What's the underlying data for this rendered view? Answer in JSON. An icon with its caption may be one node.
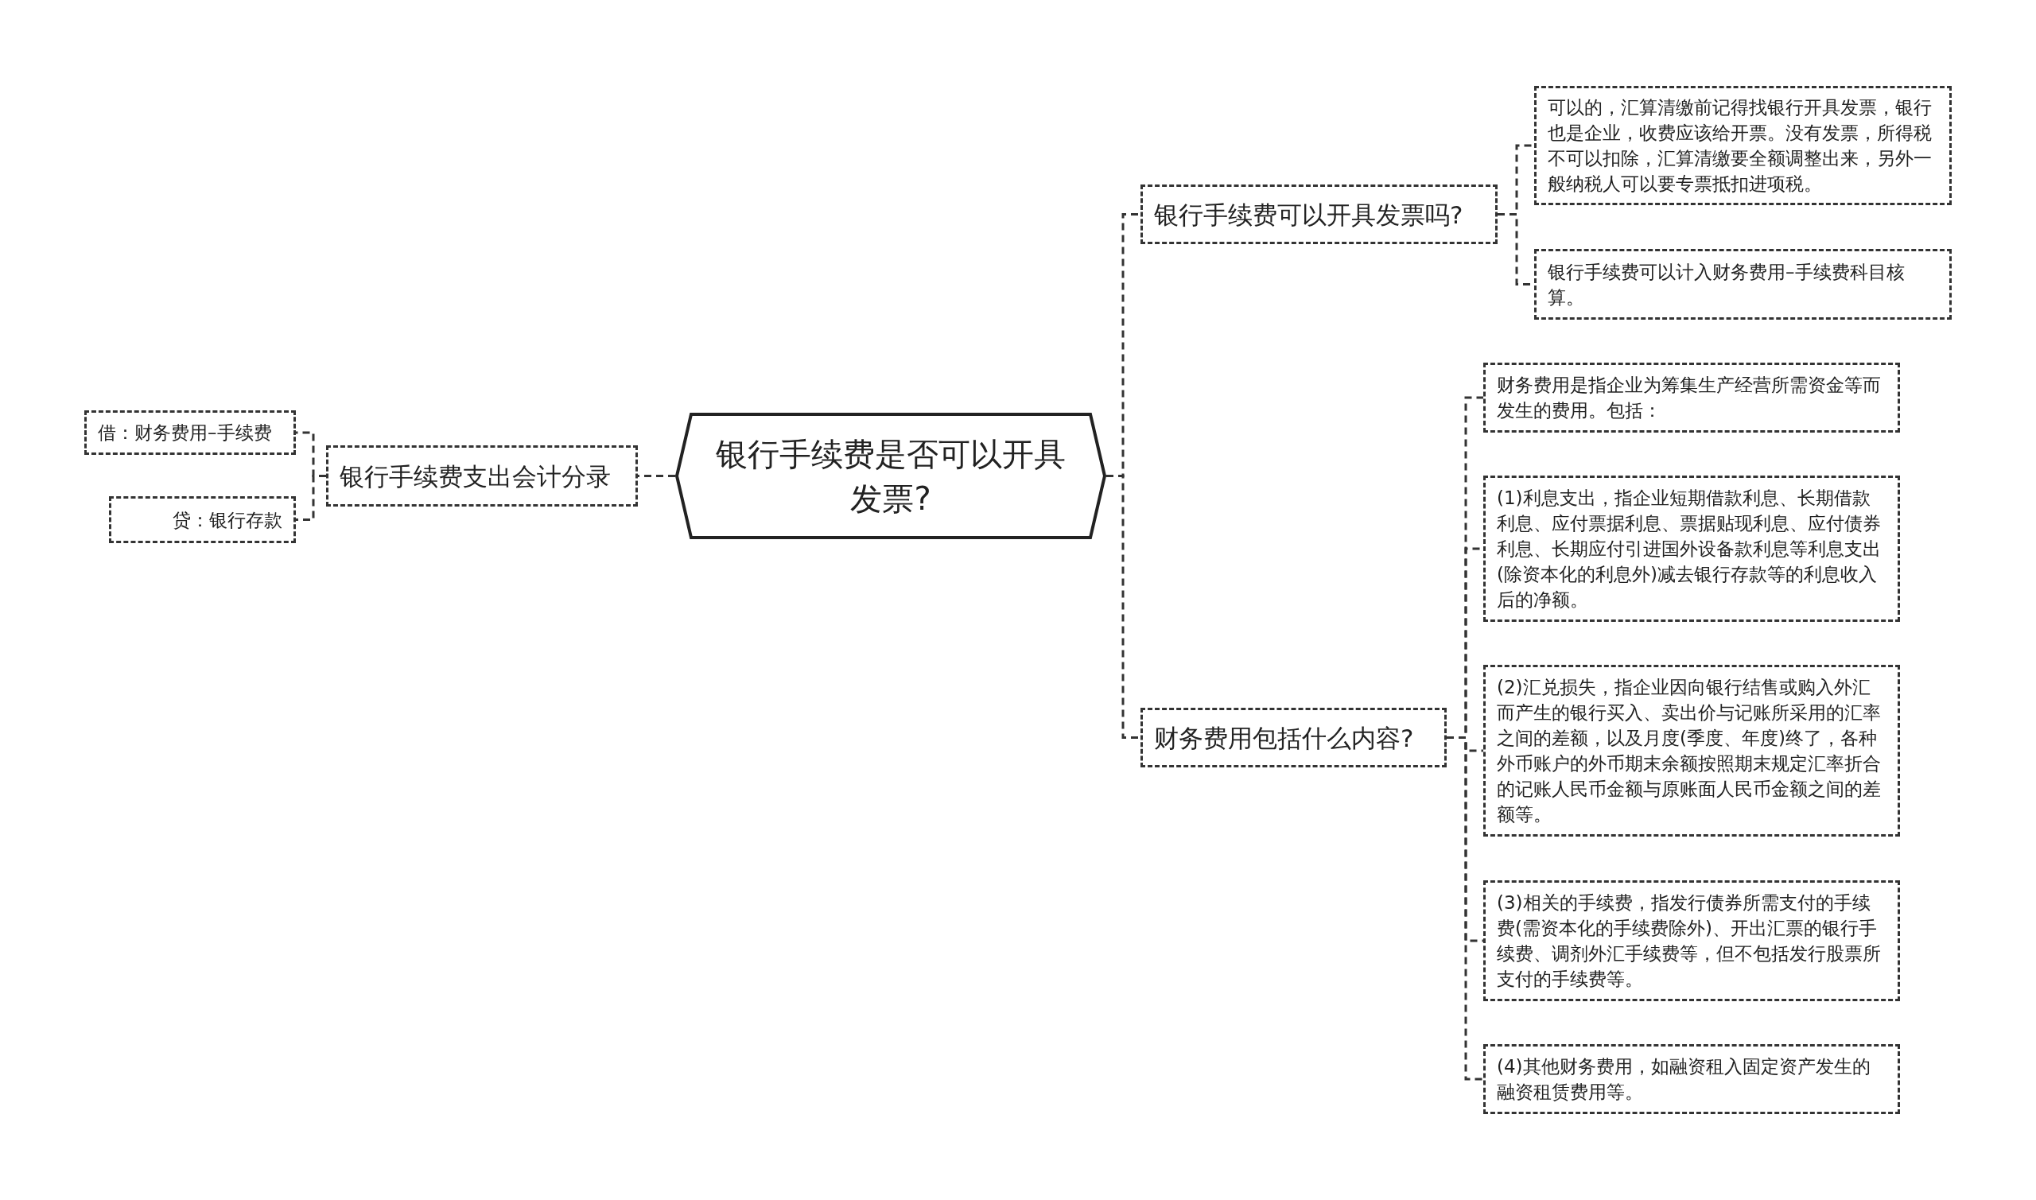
{
  "diagram": {
    "nodes": [
      {
        "text": [
          "银行手续费是否可以开具发票?"
        ]
      },
      {
        "text": [
          "银行手续费支出会计分录"
        ]
      },
      {
        "text": [
          "借：财务费用–手续费"
        ]
      },
      {
        "text": [
          "贷：银行存款"
        ]
      },
      {
        "text": [
          "银行手续费可以开具发票吗?"
        ]
      },
      {
        "text": [
          "可以的，汇算清缴前记得找银行开具发票，银行也是企业，收费应该给开票。没有发票，所得税不可以扣除，汇算清缴要全额调整出来，另外一般纳税人可以要专票抵扣进项税。"
        ]
      },
      {
        "text": [
          "银行手续费可以计入财务费用–手续费科目核算。"
        ]
      },
      {
        "text": [
          "财务费用包括什么内容?"
        ]
      },
      {
        "text": [
          "财务费用是指企业为筹集生产经营所需资金等而发生的费用。包括："
        ]
      },
      {
        "text": [
          "(1)利息支出，指企业短期借款利息、长期借款利息、应付票据利息、票据贴现利息、应付债券利息、长期应付引进国外设备款利息等利息支出(除资本化的利息外)减去银行存款等的利息收入后的净额。"
        ]
      },
      {
        "text": [
          "(2)汇兑损失，指企业因向银行结售或购入外汇而产生的银行买入、卖出价与记账所采用的汇率之间的差额，以及月度(季度、年度)终了，各种外币账户的外币期末余额按照期末规定汇率折合的记账人民币金额与原账面人民币金额之间的差额等。"
        ]
      },
      {
        "text": [
          "(3)相关的手续费，指发行债券所需支付的手续费(需资本化的手续费除外)、开出汇票的银行手续费、调剂外汇手续费等，但不包括发行股票所支付的手续费等。"
        ]
      },
      {
        "text": [
          "(4)其他财务费用，如融资租入固定资产发生的融资租赁费用等。"
        ]
      }
    ],
    "edges": [
      {
        "from": 0,
        "to": 1,
        "arrow": "none",
        "style": "dashed"
      },
      {
        "from": 1,
        "to": 2,
        "arrow": "none",
        "style": "dashed"
      },
      {
        "from": 1,
        "to": 3,
        "arrow": "none",
        "style": "dashed"
      },
      {
        "from": 0,
        "to": 4,
        "arrow": "none",
        "style": "dashed"
      },
      {
        "from": 0,
        "to": 7,
        "arrow": "none",
        "style": "dashed"
      },
      {
        "from": 4,
        "to": 5,
        "arrow": "none",
        "style": "dashed"
      },
      {
        "from": 4,
        "to": 6,
        "arrow": "none",
        "style": "dashed"
      },
      {
        "from": 7,
        "to": 8,
        "arrow": "none",
        "style": "dashed"
      },
      {
        "from": 7,
        "to": 9,
        "arrow": "none",
        "style": "dashed"
      },
      {
        "from": 7,
        "to": 10,
        "arrow": "none",
        "style": "dashed"
      },
      {
        "from": 7,
        "to": 11,
        "arrow": "none",
        "style": "dashed"
      },
      {
        "from": 7,
        "to": 12,
        "arrow": "none",
        "style": "dashed"
      }
    ]
  }
}
